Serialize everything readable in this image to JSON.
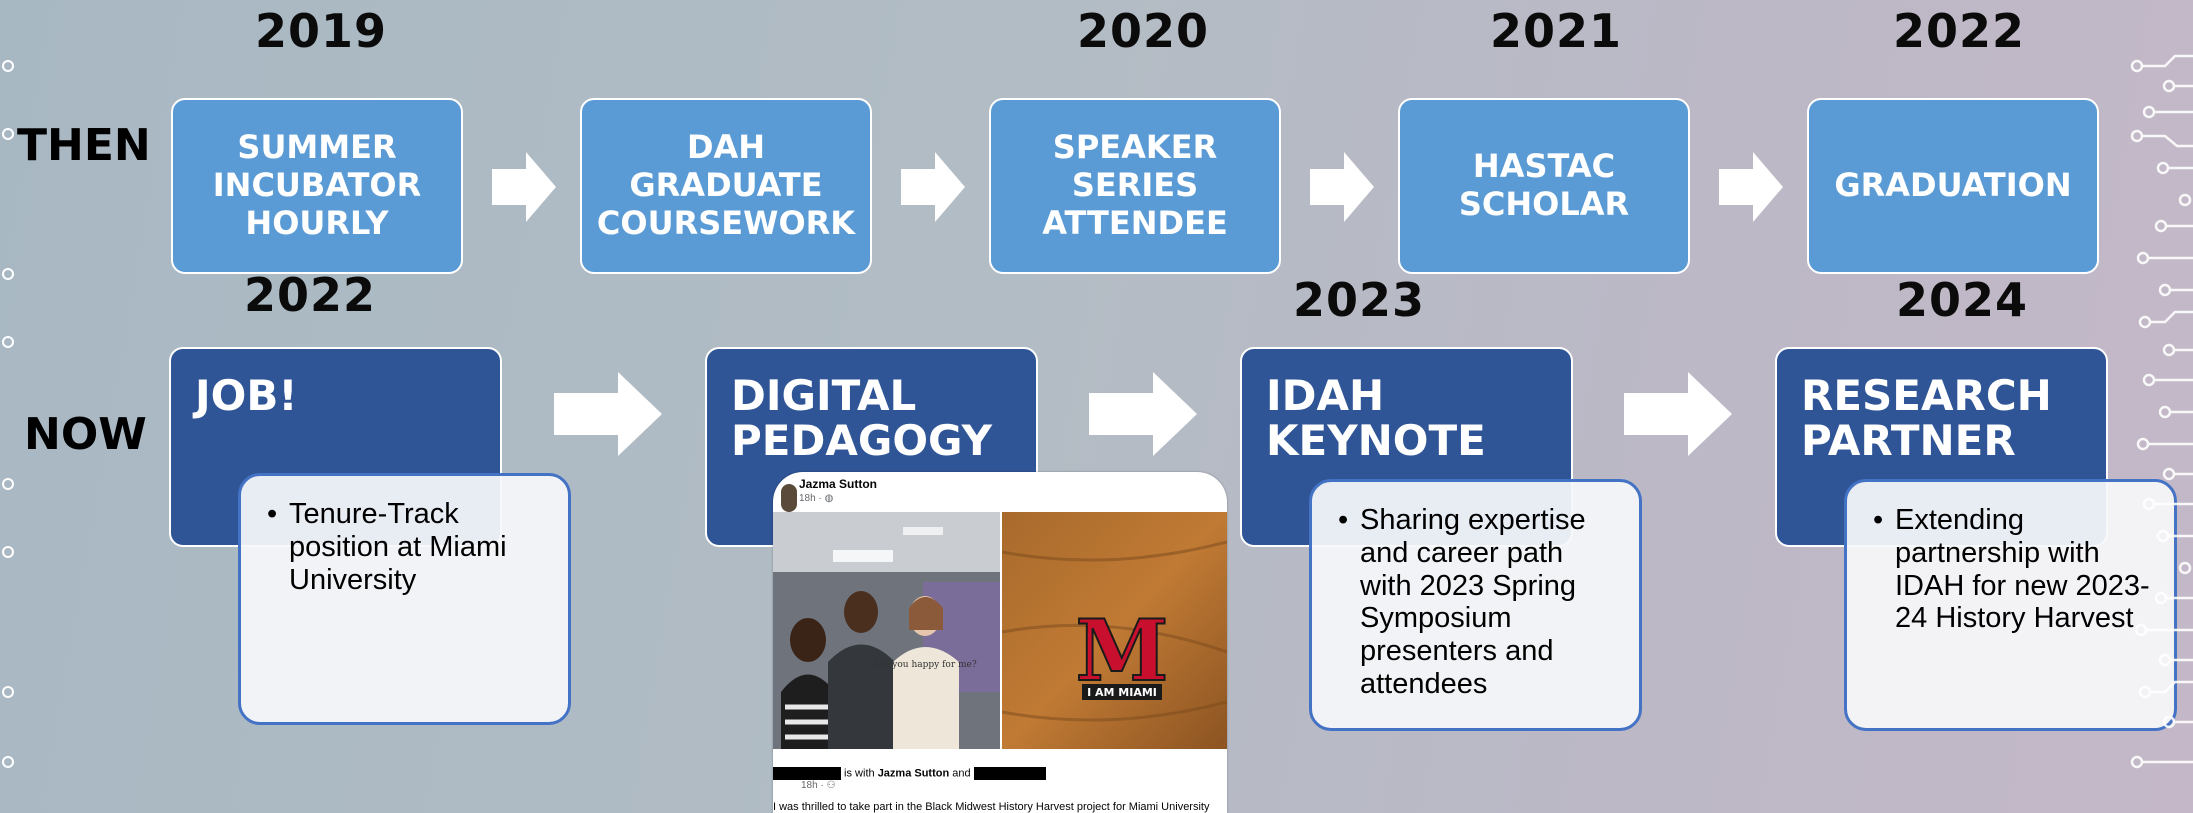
{
  "then": {
    "label": "THEN",
    "years": [
      "2019",
      "2020",
      "2021",
      "2022"
    ],
    "steps": [
      "SUMMER\nINCUBATOR\nHOURLY",
      "DAH GRADUATE\nCOURSEWORK",
      "SPEAKER\nSERIES\nATTENDEE",
      "HASTAC\nSCHOLAR",
      "GRADUATION"
    ]
  },
  "now": {
    "label": "NOW",
    "years": [
      "2022",
      "2023",
      "2024"
    ],
    "steps": [
      {
        "title": "JOB!",
        "bullet": "Tenure-Track position at Miami University"
      },
      {
        "title": "DIGITAL\nPEDAGOGY"
      },
      {
        "title": "IDAH\nKEYNOTE",
        "bullet": "Sharing expertise and career path with 2023 Spring Symposium presenters and attendees"
      },
      {
        "title": "RESEARCH\nPARTNER",
        "bullet": "Extending partnership with IDAH for new 2023-24 History Harvest"
      }
    ]
  },
  "post": {
    "author": "Jazma Sutton",
    "time": "18h · ",
    "share_mid": " is with ",
    "share_name": "Jazma Sutton",
    "share_and": " and ",
    "share_time": "18h · ",
    "caption": "I was thrilled to take part in the Black Midwest History Harvest project for Miami University",
    "shirt_text": "Are you happy for me?",
    "pin_letter": "M",
    "pin_text": "I AM MIAMI"
  },
  "colors": {
    "then_box": "#5b9bd5",
    "now_box": "#2f5597",
    "callout_border": "#4472c4"
  }
}
